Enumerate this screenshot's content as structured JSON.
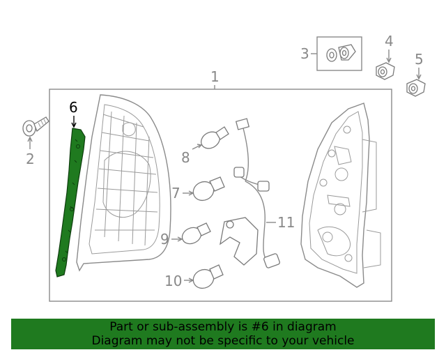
{
  "callouts": {
    "c1": "1",
    "c2": "2",
    "c3": "3",
    "c4": "4",
    "c5": "5",
    "c6": "6",
    "c7": "7",
    "c8": "8",
    "c9": "9",
    "c10": "10",
    "c11": "11"
  },
  "highlight": {
    "part": "6",
    "color": "#1f7a1f"
  },
  "caption": {
    "line1": "Part or sub-assembly is #6 in diagram",
    "line2": "Diagram may not be specific to your vehicle"
  },
  "colors": {
    "line": "#8a8a8a",
    "highlight": "#1f7a1f",
    "text": "#888888",
    "active_text": "#000000"
  }
}
